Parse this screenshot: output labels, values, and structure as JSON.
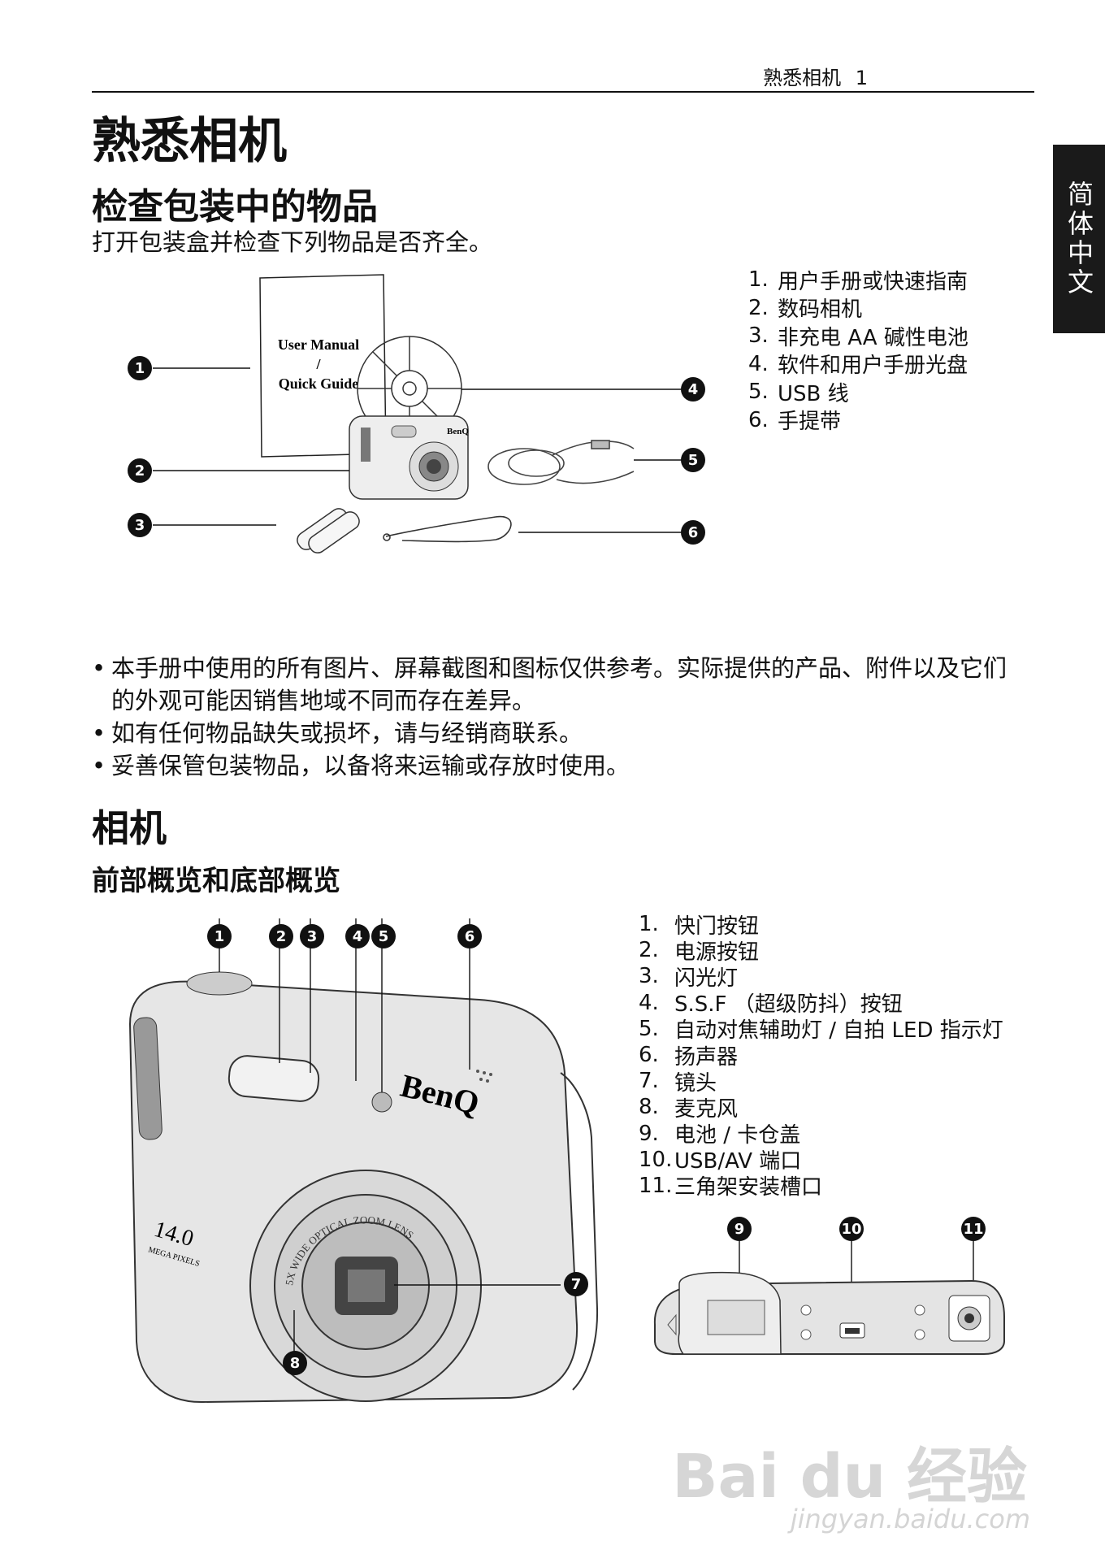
{
  "header": {
    "running_title": "熟悉相机",
    "page_number": "1"
  },
  "side_tab": {
    "label": "简体中文"
  },
  "title": "熟悉相机",
  "check_section": {
    "heading": "检查包装中的物品",
    "intro": "打开包装盒并检查下列物品是否齐全。",
    "manual_label_line1": "User Manual",
    "manual_label_line2": "/",
    "manual_label_line3": "Quick Guide",
    "camera_brand": "BenQ",
    "items": [
      {
        "num": "1.",
        "label": "用户手册或快速指南"
      },
      {
        "num": "2.",
        "label": "数码相机"
      },
      {
        "num": "3.",
        "label": "非充电 AA 碱性电池"
      },
      {
        "num": "4.",
        "label": "软件和用户手册光盘"
      },
      {
        "num": "5.",
        "label": "USB 线"
      },
      {
        "num": "6.",
        "label": "手提带"
      }
    ],
    "callouts": [
      "1",
      "2",
      "3",
      "4",
      "5",
      "6"
    ]
  },
  "notes": [
    "本手册中使用的所有图片、屏幕截图和图标仅供参考。实际提供的产品、附件以及它们的外观可能因销售地域不同而存在差异。",
    "如有任何物品缺失或损坏，请与经销商联系。",
    "妥善保管包装物品，以备将来运输或存放时使用。"
  ],
  "camera_section": {
    "heading": "相机",
    "subheading": "前部概览和底部概览",
    "brand": "BenQ",
    "megapixels": "14.0",
    "megapixels_sub": "MEGA PIXELS",
    "lens_text": "5X WIDE OPTICAL ZOOM LENS",
    "parts": [
      {
        "num": "1.",
        "label": "快门按钮"
      },
      {
        "num": "2.",
        "label": "电源按钮"
      },
      {
        "num": "3.",
        "label": "闪光灯"
      },
      {
        "num": "4.",
        "label": "S.S.F （超级防抖）按钮"
      },
      {
        "num": "5.",
        "label": "自动对焦辅助灯 / 自拍 LED 指示灯"
      },
      {
        "num": "6.",
        "label": "扬声器"
      },
      {
        "num": "7.",
        "label": "镜头"
      },
      {
        "num": "8.",
        "label": "麦克风"
      },
      {
        "num": "9.",
        "label": "电池 / 卡仓盖"
      },
      {
        "num": "10.",
        "label": "USB/AV 端口"
      },
      {
        "num": "11.",
        "label": "三角架安装槽口"
      }
    ],
    "callouts": [
      "1",
      "2",
      "3",
      "4",
      "5",
      "6",
      "7",
      "8",
      "9",
      "10",
      "11"
    ]
  },
  "watermark": {
    "logo": "Bai du 经验",
    "url": "jingyan.baidu.com"
  }
}
